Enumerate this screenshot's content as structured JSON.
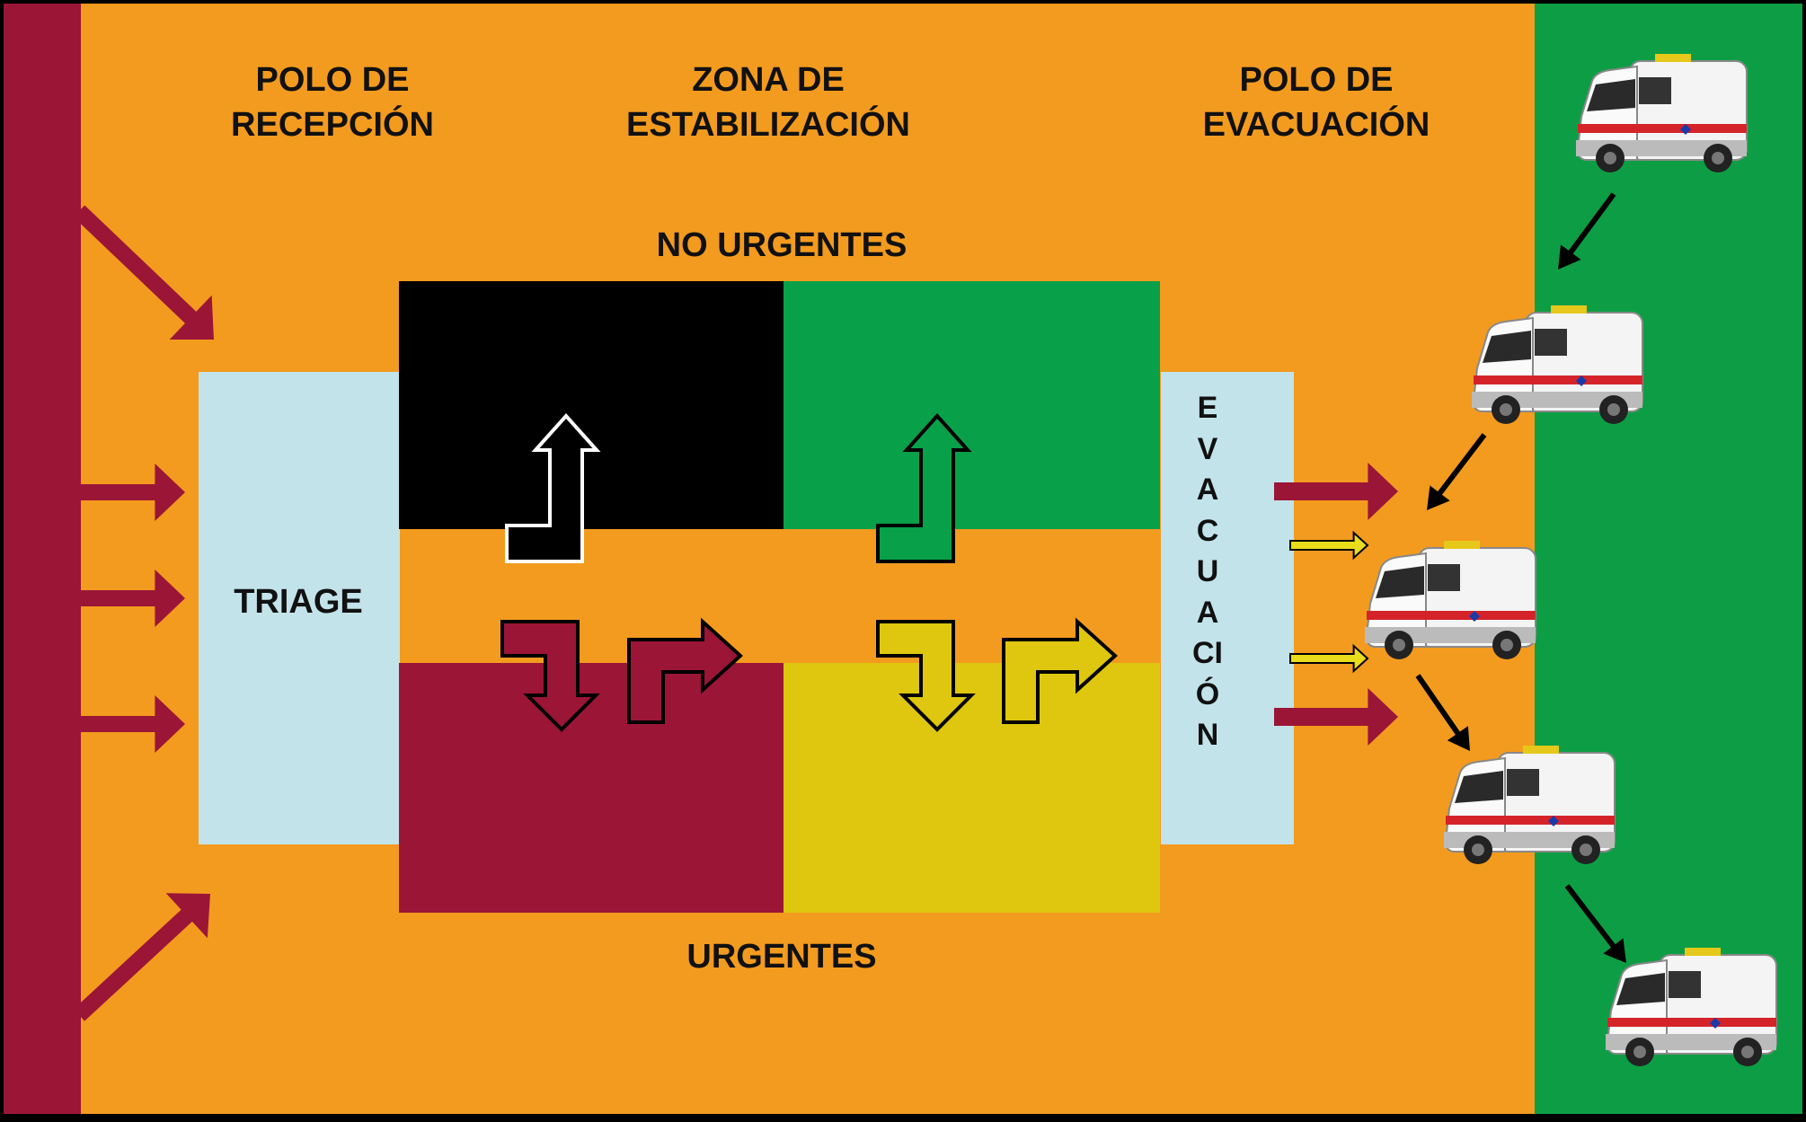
{
  "colors": {
    "orange": "#F39B1F",
    "maroon": "#9B1537",
    "green_zone": "#0D9E45",
    "light_blue": "#C3E3EA",
    "black_zone": "#000000",
    "green_quadrant": "#08A049",
    "yellow_quadrant": "#DEC70E",
    "arrow_yellow": "#E9DC1A"
  },
  "labels": {
    "reception": "POLO DE\nRECEPCIÓN",
    "stabilization": "ZONA DE\nESTABILIZACIÓN",
    "evacuation_pole": "POLO DE\nEVACUACIÓN",
    "non_urgent": "NO URGENTES",
    "urgent": "URGENTES",
    "triage": "TRIAGE",
    "evacuation_vertical": "EVACUACIÓN"
  },
  "icons": {
    "ambulance": "ambulance-icon",
    "arrow": "arrow-icon"
  },
  "ambulance_count": 5
}
